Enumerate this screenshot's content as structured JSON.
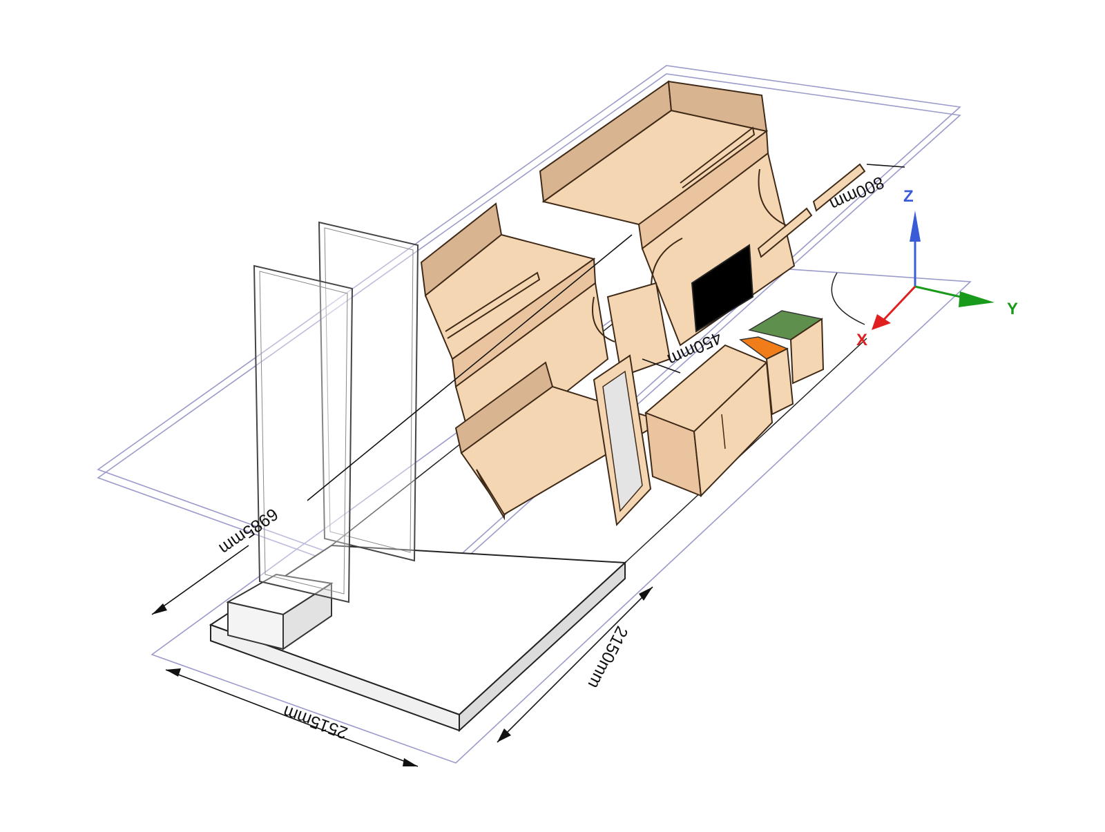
{
  "dimensions": {
    "total_length": "6985mm",
    "width": "2515mm",
    "floor_section": "2150mm",
    "berth_width": "800mm",
    "aisle_width": "450mm"
  },
  "axes": {
    "x_label": "X",
    "y_label": "Y",
    "z_label": "Z",
    "x_color": "#e02020",
    "y_color": "#1a9a1a",
    "z_color": "#3a5bd8"
  },
  "colors": {
    "wood": "#f5d6b2",
    "wood_shade": "#d9b491",
    "frame": "#9a9acb",
    "green_box": "#5f8f4d",
    "orange_box": "#f07d1a",
    "monitor": "#000000"
  }
}
